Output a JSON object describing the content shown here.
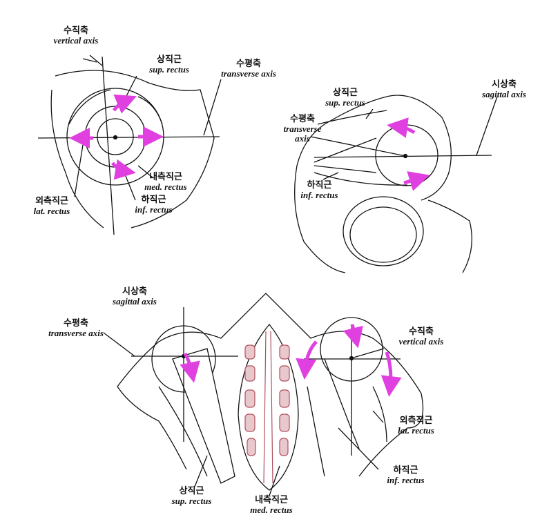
{
  "colors": {
    "arrow": "#e040e0",
    "line": "#111111",
    "muscle_fill": "#b05060"
  },
  "top_left": {
    "vertical_axis": {
      "ko": "수직축",
      "en": "vertical axis"
    },
    "sup_rectus": {
      "ko": "상직근",
      "en": "sup. rectus"
    },
    "transverse_axis": {
      "ko": "수평축",
      "en": "transverse axis"
    },
    "med_rectus": {
      "ko": "내측직근",
      "en": "med. rectus"
    },
    "lat_rectus": {
      "ko": "외측직근",
      "en": "lat. rectus"
    },
    "inf_rectus": {
      "ko": "하직근",
      "en": "inf. rectus"
    }
  },
  "top_right": {
    "sup_rectus": {
      "ko": "상직근",
      "en": "sup. rectus"
    },
    "sagittal_axis": {
      "ko": "시상축",
      "en": "sagittal axis"
    },
    "transverse_axis": {
      "ko": "수평축",
      "en": "transverse",
      "en2": "axis"
    },
    "inf_rectus": {
      "ko": "하직근",
      "en": "inf. rectus"
    }
  },
  "bottom": {
    "sagittal_axis": {
      "ko": "시상축",
      "en": "sagittal axis"
    },
    "transverse_axis": {
      "ko": "수평축",
      "en": "transverse axis"
    },
    "vertical_axis": {
      "ko": "수직축",
      "en": "vertical axis"
    },
    "lat_rectus": {
      "ko": "외측직근",
      "en": "lat. rectus"
    },
    "inf_rectus": {
      "ko": "하직근",
      "en": "inf. rectus"
    },
    "sup_rectus": {
      "ko": "상직근",
      "en": "sup. rectus"
    },
    "med_rectus": {
      "ko": "내측직근",
      "en": "med. rectus"
    }
  }
}
